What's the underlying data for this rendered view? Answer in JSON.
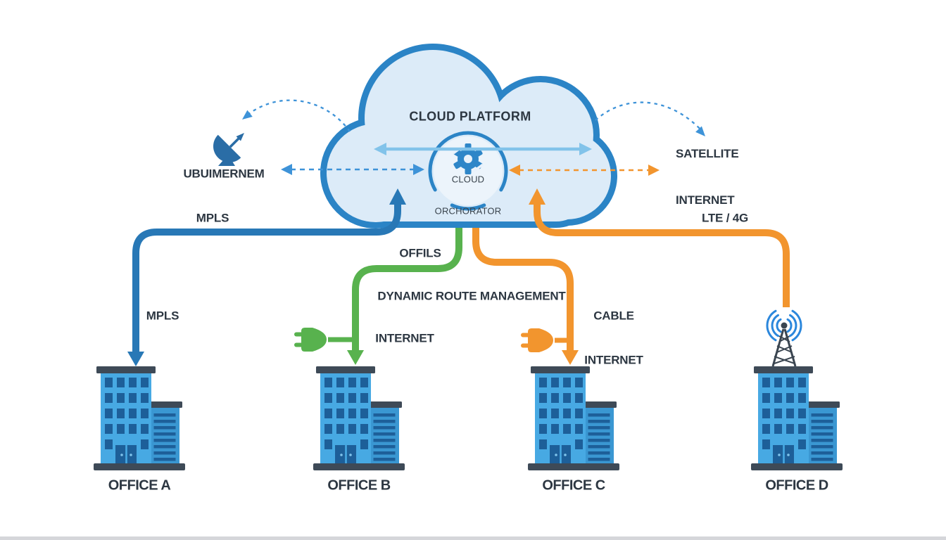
{
  "diagram": {
    "cloud": {
      "platform_label": "CLOUD PLATFORM",
      "orchestrator_line1": "CLOUD",
      "orchestrator_line2": "ORCHORATOR"
    },
    "satellite_dish_label": "UBUIMERNEM",
    "satellite_internet_line1": "SATELLITE",
    "satellite_internet_line2": "INTERNET",
    "links": {
      "mpls_trunk_label": "MPLS",
      "mpls_drop_label": "MPLS",
      "offils_label": "OFFILS",
      "internet_label": "INTERNET",
      "dynamic_route_label": "DYNAMIC ROUTE MANAGEMENT",
      "cable_line1": "CABLE",
      "cable_line2": "INTERNET",
      "lte_label": "LTE / 4G"
    },
    "offices": [
      {
        "label": "OFFICE A"
      },
      {
        "label": "OFFICE B"
      },
      {
        "label": "OFFICE C"
      },
      {
        "label": "OFFICE D"
      }
    ],
    "colors": {
      "cloud_border": "#2b84c6",
      "cloud_fill": "#dcebf8",
      "blue_line": "#2878b6",
      "green_line": "#58b24e",
      "orange_line": "#f2952e",
      "light_blue_arrow": "#82c3ea",
      "blue_dashed": "#3e93d8",
      "text": "#2d3742",
      "gear_blue": "#2e86c8",
      "dish_blue": "#2a6da6",
      "antenna_dark": "#3a4550",
      "wave_blue": "#2b87dc",
      "building_dark": "#3e4a57",
      "building_tower": "#47a9e3",
      "building_annex": "#3a97d2",
      "building_window": "#1d5f99"
    }
  }
}
